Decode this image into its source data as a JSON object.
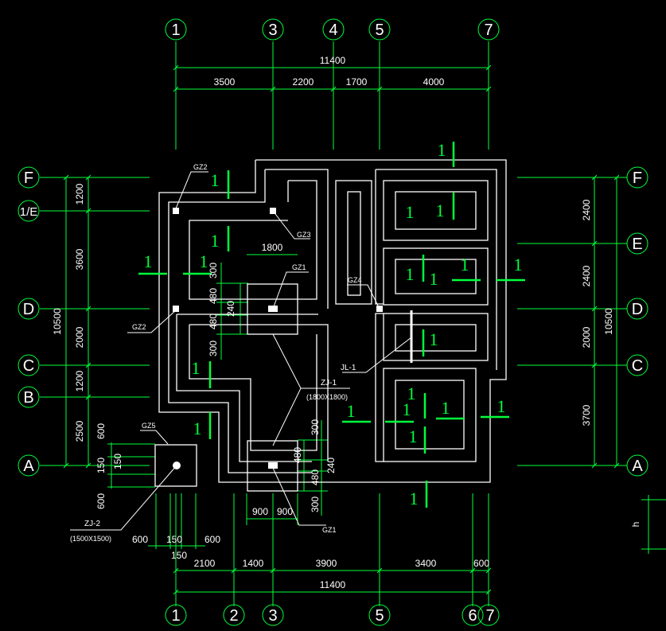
{
  "axes": {
    "top": [
      "1",
      "3",
      "4",
      "5",
      "7"
    ],
    "bottom": [
      "1",
      "2",
      "3",
      "5",
      "6",
      "7"
    ],
    "left": [
      "F",
      "1/E",
      "D",
      "C",
      "B",
      "A"
    ],
    "right": [
      "F",
      "E",
      "D",
      "C",
      "A"
    ]
  },
  "dims": {
    "top_total": "11400",
    "top_segments": [
      "3500",
      "2200",
      "1700",
      "4000"
    ],
    "bottom_segments": [
      "2100",
      "1400",
      "3900",
      "3400",
      "600"
    ],
    "bottom_total": "11400",
    "left_segments": [
      "1200",
      "3600",
      "2000",
      "1200",
      "2500"
    ],
    "left_total": "10500",
    "right_segments": [
      "2400",
      "2400",
      "2000",
      "3700"
    ],
    "right_total": "10500",
    "footing_top": [
      "300",
      "480",
      "240",
      "480",
      "300"
    ],
    "footing_bottom": [
      "300",
      "480",
      "240",
      "480",
      "300"
    ],
    "width_1800": "1800",
    "width_900a": "900",
    "width_900b": "900",
    "zj2_vert": [
      "600",
      "150",
      "150",
      "600"
    ],
    "zj2_horiz": [
      "600",
      "150",
      "600"
    ],
    "zj2_horiz_150": "150",
    "h": "h"
  },
  "labels": {
    "gz2_top": "GZ2",
    "gz3": "GZ3",
    "gz1_top": "GZ1",
    "gz4": "GZ4",
    "gz2_left": "GZ2",
    "jl1": "JL-1",
    "zj1": "ZJ-1",
    "zj1_size": "(1800X1800)",
    "gz5": "GZ5",
    "zj2": "ZJ-2",
    "zj2_size": "(1500X1500)",
    "gz1_bottom": "GZ1"
  },
  "section_mark": "1",
  "colors": {
    "line": "#00ff3c",
    "wall": "#ffffff",
    "background": "#000000"
  }
}
